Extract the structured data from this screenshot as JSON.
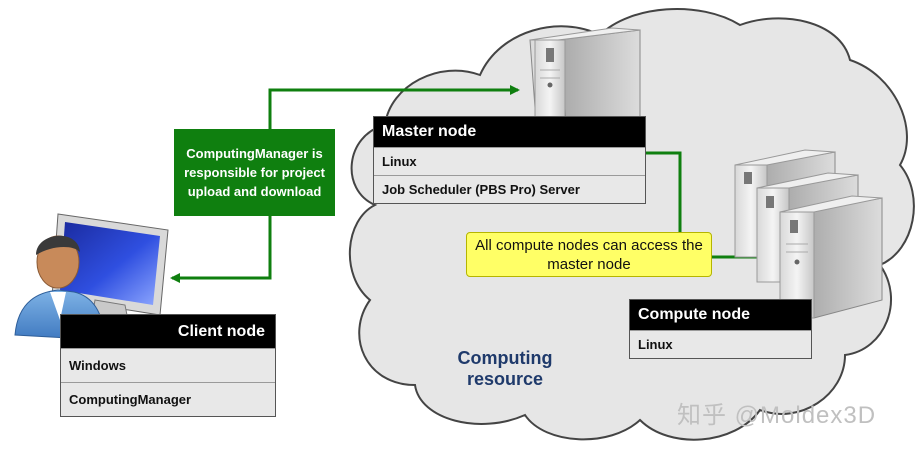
{
  "master_node": {
    "title": "Master node",
    "rows": [
      "Linux",
      "Job Scheduler (PBS Pro) Server"
    ]
  },
  "client_node": {
    "title": "Client node",
    "rows": [
      "Windows",
      "ComputingManager"
    ]
  },
  "compute_node": {
    "title": "Compute node",
    "rows": [
      "Linux"
    ]
  },
  "callouts": {
    "computing_manager": "ComputingManager is responsible for project upload and download",
    "compute_access": "All compute nodes can access the master node"
  },
  "cloud": {
    "label": "Computing resource"
  },
  "watermark": "知乎 @Moldex3D",
  "colors": {
    "arrow_green": "#0f7f0f",
    "callout_yellow": "#ffff66",
    "cloud_fill": "#e6e6e6",
    "cloud_label": "#1f3a6b"
  },
  "icons": [
    "user-icon",
    "monitor-icon",
    "server-icon"
  ]
}
